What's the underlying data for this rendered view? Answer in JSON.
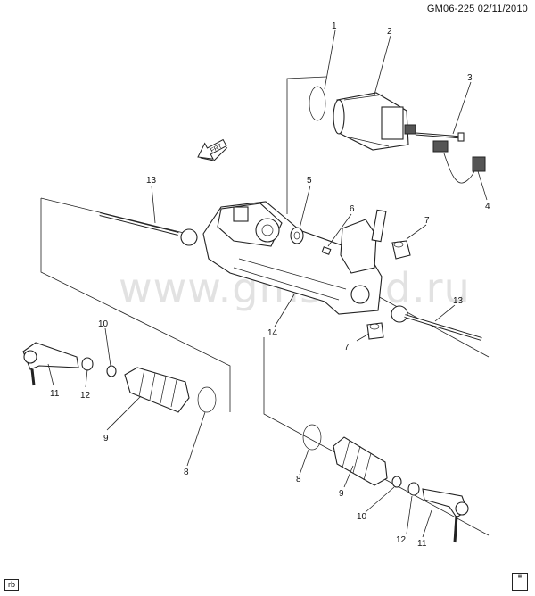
{
  "header": {
    "code": "GM06-225",
    "date": "02/11/2010"
  },
  "watermark": "www.gmsklad.ru",
  "footer": {
    "left_tag": "rb"
  },
  "front_arrow_label": "FRT",
  "callouts": [
    "1",
    "2",
    "3",
    "4",
    "5",
    "6",
    "7",
    "7",
    "8",
    "8",
    "9",
    "9",
    "10",
    "10",
    "11",
    "11",
    "12",
    "12",
    "13",
    "13",
    "14"
  ]
}
